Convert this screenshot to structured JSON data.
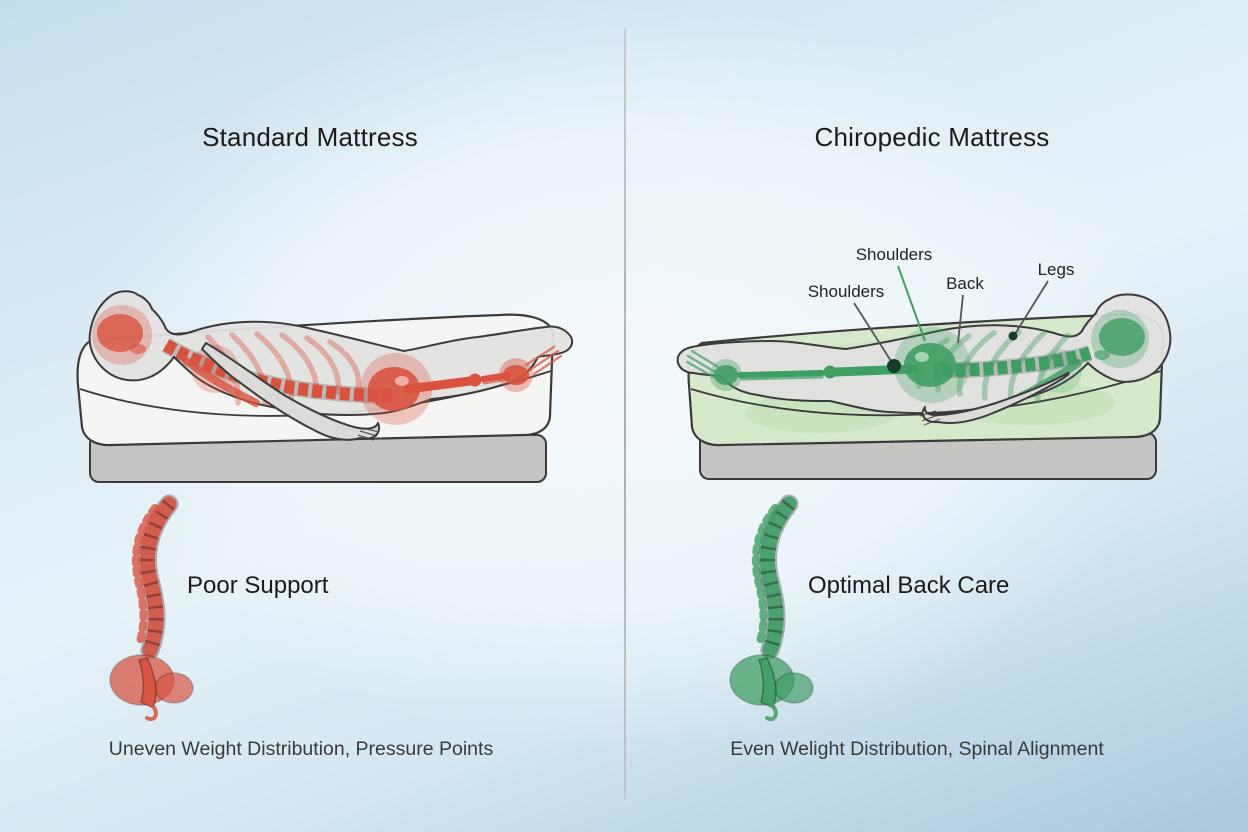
{
  "css_vars": {
    "--bg-center": "#f3f9fc",
    "--bg-edge": "#c6deec",
    "--bg-corner": "#abc9dc",
    "--divider": "#a9aeb1",
    "--ink": "#1b1b1b",
    "--caption-ink": "#3a3a3a",
    "--outline": "#3b3b3b"
  },
  "left": {
    "title": "Standard Mattress",
    "support_label": "Poor Support",
    "caption": "Uneven Weight Distribution, Pressure Points",
    "accent_color": "#d9523e",
    "mattress_color": "#f5f5f3",
    "base_color": "#c5c5c3",
    "body_color": "#e2e2e0",
    "spine_icon": "lateral-spine"
  },
  "right": {
    "title": "Chiropedic Mattress",
    "support_label": "Optimal Back Care",
    "caption": "Even Welight Distribution, Spinal Alignment",
    "accent_color": "#3f9e62",
    "mattress_color": "#d6e9cb",
    "base_color": "#c5c5c3",
    "body_color": "#e2e2e0",
    "spine_icon": "lateral-spine",
    "annotations": {
      "shoulders_top": "Shoulders",
      "shoulders_side": "Shoulders",
      "back": "Back",
      "legs": "Legs"
    },
    "annotation_dot_color": "#173c2a",
    "leader_line_color": "#555555"
  }
}
